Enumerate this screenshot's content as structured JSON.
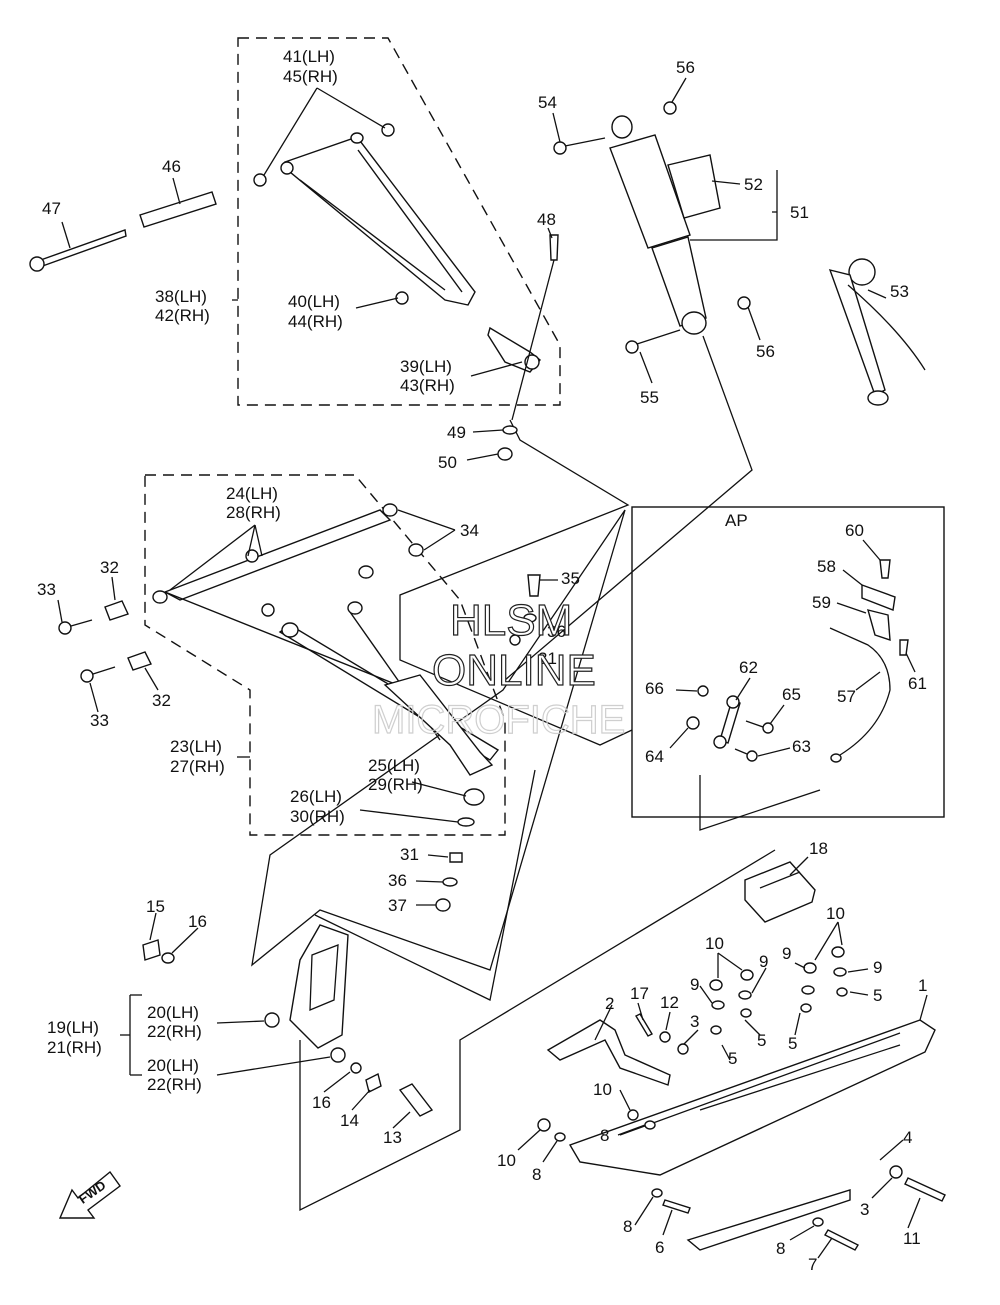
{
  "watermark": {
    "line1": "HLSM",
    "line2": "ONLINE",
    "line3": "MICROFICHE"
  },
  "inset_title": "AP",
  "fwd_label": "FWD",
  "callouts": {
    "c1": "1",
    "c2": "2",
    "c3a": "3",
    "c3b": "3",
    "c4": "4",
    "c5a": "5",
    "c5b": "5",
    "c5c": "5",
    "c5d": "5",
    "c6": "6",
    "c7": "7",
    "c8a": "8",
    "c8b": "8",
    "c8c": "8",
    "c8d": "8",
    "c9a": "9",
    "c9b": "9",
    "c9c": "9",
    "c9d": "9",
    "c10a": "10",
    "c10b": "10",
    "c10c": "10",
    "c10d": "10",
    "c11": "11",
    "c12": "12",
    "c13": "13",
    "c14": "14",
    "c15": "15",
    "c16a": "16",
    "c16b": "16",
    "c17": "17",
    "c18": "18",
    "c19": "19(LH)",
    "c21": "21(RH)",
    "c20a": "20(LH)",
    "c22a": "22(RH)",
    "c20b": "20(LH)",
    "c22b": "22(RH)",
    "c23": "23(LH)",
    "c27": "27(RH)",
    "c24": "24(LH)",
    "c28": "28(RH)",
    "c25": "25(LH)",
    "c29": "29(RH)",
    "c26": "26(LH)",
    "c30": "30(RH)",
    "c31a": "31",
    "c31b": "31",
    "c32a": "32",
    "c32b": "32",
    "c33a": "33",
    "c33b": "33",
    "c34": "34",
    "c35": "35",
    "c36a": "36",
    "c36b": "36",
    "c37": "37",
    "c38": "38(LH)",
    "c42": "42(RH)",
    "c39": "39(LH)",
    "c43": "43(RH)",
    "c40": "40(LH)",
    "c44": "44(RH)",
    "c41": "41(LH)",
    "c45": "45(RH)",
    "c46": "46",
    "c47": "47",
    "c48": "48",
    "c49": "49",
    "c50": "50",
    "c51": "51",
    "c52": "52",
    "c53": "53",
    "c54": "54",
    "c55": "55",
    "c56a": "56",
    "c56b": "56",
    "c57": "57",
    "c58": "58",
    "c59": "59",
    "c60": "60",
    "c61": "61",
    "c62": "62",
    "c63": "63",
    "c64": "64",
    "c65": "65",
    "c66": "66"
  }
}
